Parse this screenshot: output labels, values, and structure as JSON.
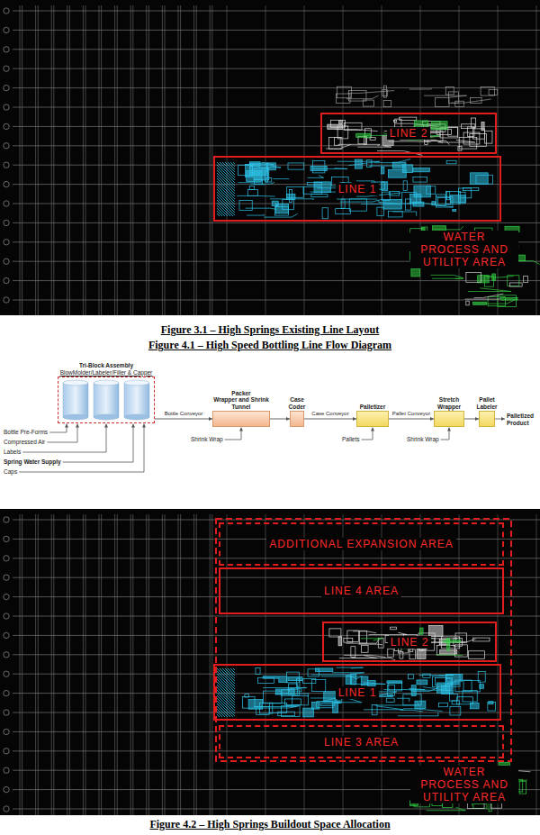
{
  "diagram": {
    "nodes": [
      {
        "text": [
          "LINE 2"
        ]
      },
      {
        "text": [
          "LINE 1"
        ]
      },
      {
        "text": [
          "Tri-Block Assembly",
          "BlowMolder/Labeler/Filler & Capper"
        ]
      },
      {
        "text": [
          "Packer",
          "Wrapper and Shrink Tunnel"
        ]
      },
      {
        "text": [
          "Case Coder"
        ]
      },
      {
        "text": [
          "Palletizer"
        ]
      },
      {
        "text": [
          "Stretch Wrapper"
        ]
      },
      {
        "text": [
          "Pallet Labeler"
        ]
      },
      {
        "text": [
          "ADDITIONAL EXPANSION AREA"
        ]
      },
      {
        "text": [
          "LINE 4 AREA"
        ]
      },
      {
        "text": [
          "LINE 2"
        ]
      },
      {
        "text": [
          "LINE 1"
        ]
      },
      {
        "text": [
          "LINE 3 AREA"
        ]
      }
    ],
    "edges": [
      {
        "from": 2,
        "to": 3,
        "label": "Bottle Conveyor",
        "arrow": "to"
      },
      {
        "from": 3,
        "to": 4,
        "arrow": "to"
      },
      {
        "from": 4,
        "to": 5,
        "label": "Case Conveyor",
        "arrow": "to"
      },
      {
        "from": 5,
        "to": 6,
        "label": "Pallet Conveyor",
        "arrow": "to"
      },
      {
        "from": 6,
        "to": 7,
        "arrow": "to"
      }
    ],
    "labels": [
      "WATER PROCESS AND UTILITY AREA",
      "Figure 3.1 – High Springs Existing Line Layout",
      "Figure 4.1 – High Speed Bottling Line Flow Diagram",
      "Bottle Pre-Forms",
      "Compressed Air",
      "Labels",
      "Spring Water Supply",
      "Caps",
      "Shrink Wrap",
      "Pallets",
      "Shrink Wrap",
      "Palletized Product",
      "WATER PROCESS AND UTILITY AREA",
      "Figure 4.2 – High Springs Buildout Space Allocation"
    ]
  }
}
